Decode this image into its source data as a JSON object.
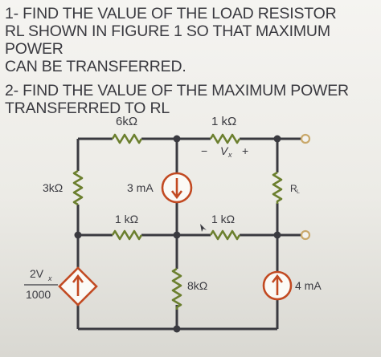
{
  "questions": [
    {
      "lines": [
        "1-  FIND THE VALUE OF THE LOAD RESISTOR",
        "RL SHOWN IN FIGURE 1 SO THAT MAXIMUM POWER",
        "CAN BE TRANSFERRED."
      ]
    },
    {
      "lines": [
        "2-  FIND THE VALUE OF THE MAXIMUM POWER",
        "TRANSFERRED TO RL"
      ]
    }
  ],
  "circuit": {
    "r_top_left": "6kΩ",
    "r_top_right": "1 kΩ",
    "vx_minus": "−",
    "vx_label": "V",
    "vx_sub": "x",
    "vx_plus": "+",
    "r_left": "3kΩ",
    "current_source_center": "3 mA",
    "r_load": "R",
    "r_load_sub": "L",
    "r_mid_left": "1 kΩ",
    "r_mid_right": "1 kΩ",
    "dep_source_num": "2V",
    "dep_source_num_sub": "x",
    "dep_source_den": "1000",
    "r_bottom_center": "8kΩ",
    "current_source_right": "4 mA"
  },
  "colors": {
    "wire": "#3a3a40",
    "resistor": "#6b7f2e",
    "source": "#c24a22"
  }
}
